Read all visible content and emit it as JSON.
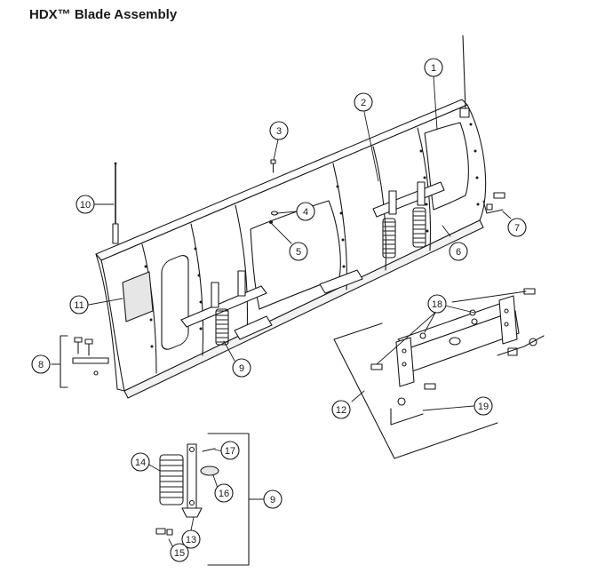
{
  "title": "HDX™ Blade Assembly",
  "callouts": [
    "1",
    "2",
    "3",
    "4",
    "5",
    "6",
    "7",
    "8",
    "9",
    "10",
    "11",
    "12",
    "13",
    "14",
    "15",
    "16",
    "17",
    "18",
    "19"
  ],
  "colors": {
    "ink": "#1a1a1a",
    "panel": "#ffffff",
    "shade": "#e6e6e6"
  }
}
